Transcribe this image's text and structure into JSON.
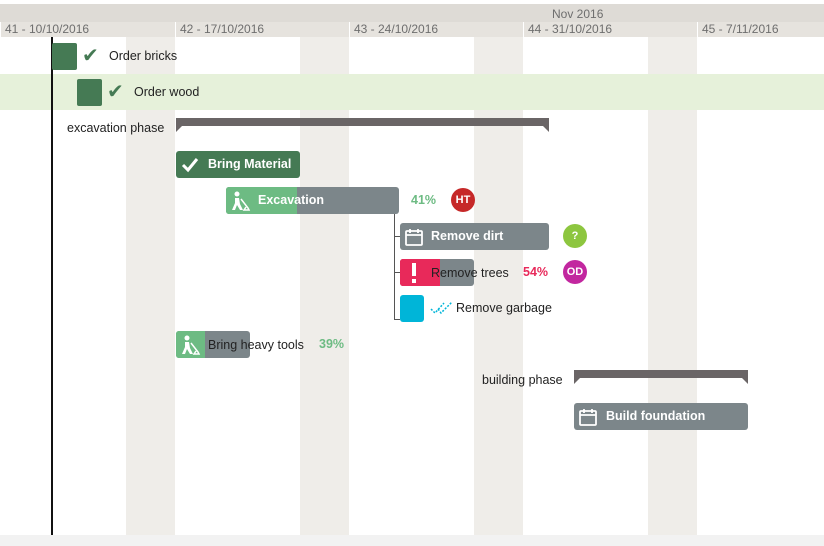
{
  "header": {
    "month": "Nov 2016",
    "weeks": [
      "41 - 10/10/2016",
      "42 - 17/10/2016",
      "43 - 24/10/2016",
      "44 - 31/10/2016",
      "45 - 7/11/2016"
    ]
  },
  "tasks": {
    "order_bricks": {
      "label": "Order bricks"
    },
    "order_wood": {
      "label": "Order wood"
    },
    "excavation_phase": {
      "label": "excavation phase"
    },
    "bring_material": {
      "label": "Bring Material"
    },
    "excavation": {
      "label": "Excavation",
      "progress_text": "41%",
      "progress": 0.41,
      "assignee": "HT"
    },
    "remove_dirt": {
      "label": "Remove dirt",
      "badge": "?"
    },
    "remove_trees": {
      "label": "Remove trees",
      "progress_text": "54%",
      "progress": 0.54,
      "assignee": "OD"
    },
    "remove_garbage": {
      "label": "Remove garbage"
    },
    "bring_heavy_tools": {
      "label": "Bring heavy tools",
      "progress_text": "39%",
      "progress": 0.39
    },
    "building_phase": {
      "label": "building phase"
    },
    "build_foundation": {
      "label": "Build foundation"
    }
  },
  "colors": {
    "done_green": "#457a54",
    "progress_green": "#6dbb83",
    "task_gray": "#7c868a",
    "alert_red": "#e8295a",
    "garbage_cyan": "#00b5d8",
    "badge_ht": "#c62828",
    "badge_question": "#8dc63f",
    "badge_od": "#c2279f",
    "highlight_row": "#e6f1da"
  }
}
